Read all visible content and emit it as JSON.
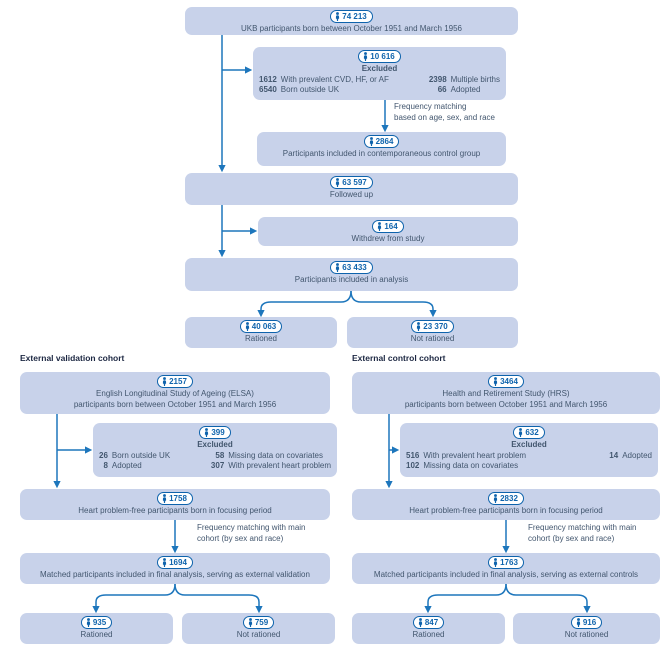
{
  "colors": {
    "box_fill": "#c8d2ea",
    "pill_blue": "#0e63ac",
    "arrow_blue": "#1d76bc",
    "body_text": "#42566e",
    "heading_text": "#1c2742"
  },
  "main": {
    "ukb": {
      "count": "74 213",
      "label": "UKB participants born between October 1951 and March 1956"
    },
    "excluded": {
      "count": "10 616",
      "title": "Excluded",
      "rows": [
        [
          "1612",
          "With prevalent CVD, HF, or AF",
          "2398",
          "Multiple births"
        ],
        [
          "6540",
          "Born outside UK",
          "66",
          "Adopted"
        ]
      ]
    },
    "freq_note": {
      "line1": "Frequency matching",
      "line2": "based on age, sex, and race"
    },
    "contemporaneous": {
      "count": "2864",
      "label": "Participants included in contemporaneous control group"
    },
    "followed": {
      "count": "63 597",
      "label": "Followed up"
    },
    "withdrew": {
      "count": "164",
      "label": "Withdrew from study"
    },
    "analysis": {
      "count": "63 433",
      "label": "Participants included in analysis"
    },
    "rationed": {
      "count": "40 063",
      "label": "Rationed"
    },
    "not_rationed": {
      "count": "23 370",
      "label": "Not rationed"
    }
  },
  "validation": {
    "heading": "External validation cohort",
    "cohort": {
      "count": "2157",
      "line1": "English Longitudinal Study of Ageing (ELSA)",
      "line2": "participants born between October 1951 and March 1956"
    },
    "excluded": {
      "count": "399",
      "title": "Excluded",
      "rows": [
        [
          "26",
          "Born outside UK",
          "58",
          "Missing data on covariates"
        ],
        [
          "8",
          "Adopted",
          "307",
          "With prevalent heart problem"
        ]
      ]
    },
    "free": {
      "count": "1758",
      "label": "Heart problem-free participants born in focusing period"
    },
    "freq_note": {
      "line1": "Frequency matching with main",
      "line2": "cohort (by sex and race)"
    },
    "matched": {
      "count": "1694",
      "label": "Matched participants included in final analysis, serving as external validation"
    },
    "rationed": {
      "count": "935",
      "label": "Rationed"
    },
    "not_rationed": {
      "count": "759",
      "label": "Not rationed"
    }
  },
  "control": {
    "heading": "External control cohort",
    "cohort": {
      "count": "3464",
      "line1": "Health and Retirement Study (HRS)",
      "line2": "participants born between October 1951 and March 1956"
    },
    "excluded": {
      "count": "632",
      "title": "Excluded",
      "rows": [
        [
          "516",
          "With prevalent heart problem",
          "14",
          "Adopted"
        ],
        [
          "102",
          "Missing data on covariates",
          "",
          ""
        ]
      ]
    },
    "free": {
      "count": "2832",
      "label": "Heart problem-free participants born in focusing period"
    },
    "freq_note": {
      "line1": "Frequency matching with main",
      "line2": "cohort (by sex and race)"
    },
    "matched": {
      "count": "1763",
      "label": "Matched participants included in final analysis, serving as external controls"
    },
    "rationed": {
      "count": "847",
      "label": "Rationed"
    },
    "not_rationed": {
      "count": "916",
      "label": "Not rationed"
    }
  }
}
